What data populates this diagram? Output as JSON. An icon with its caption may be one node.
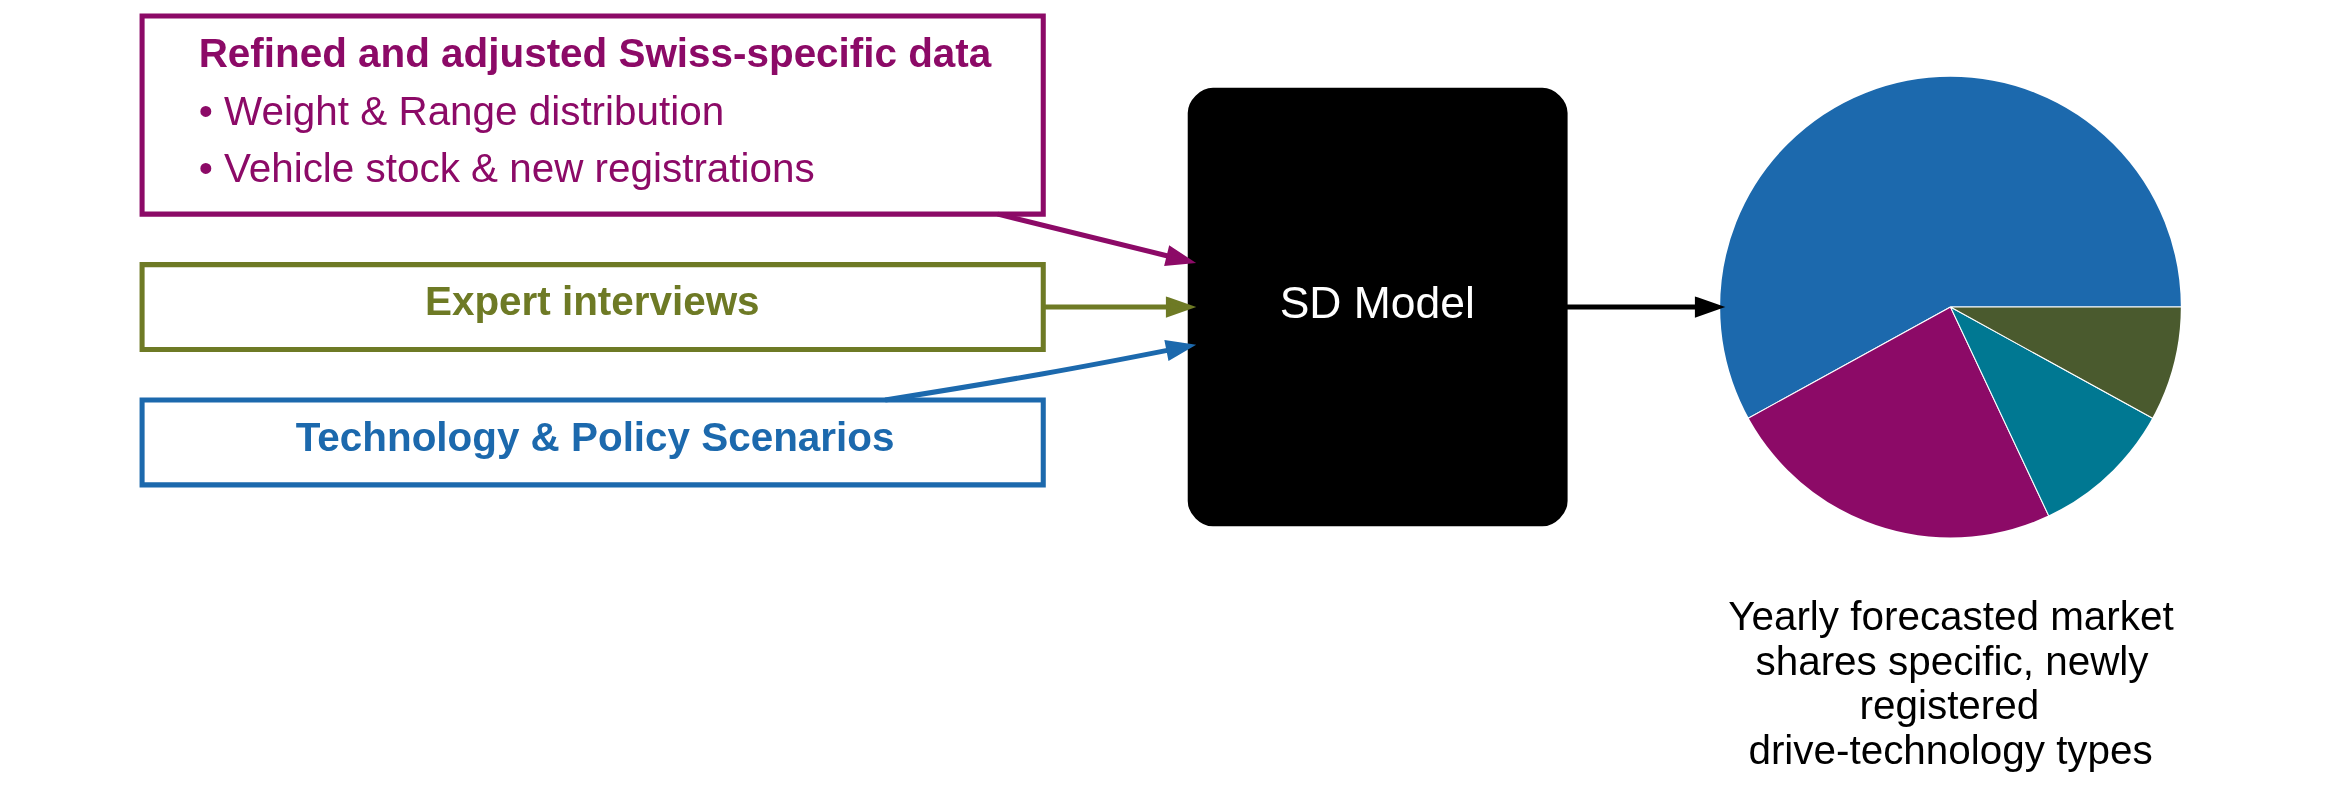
{
  "diagram": {
    "nodes": [
      {
        "text": [
          "Refined and adjusted Swiss-specific data",
          "• Weight & Range distribution",
          "• Vehicle stock & new registrations"
        ]
      },
      {
        "text": [
          "Expert interviews"
        ]
      },
      {
        "text": [
          "Technology & Policy Scenarios"
        ]
      },
      {
        "text": [
          "SD Model"
        ]
      },
      {
        "text": [],
        "shape": "picture",
        "beside": [
          "Yearly forecasted market shares specific, newly registered drive-technology types"
        ]
      }
    ],
    "edges": [
      {
        "from": 0,
        "to": 3,
        "arrow": "to",
        "color": "#8c0a67"
      },
      {
        "from": 1,
        "to": 3,
        "arrow": "to",
        "color": "#6e7a25"
      },
      {
        "from": 2,
        "to": 3,
        "arrow": "to",
        "color": "#1c69ad"
      },
      {
        "from": 3,
        "to": 4,
        "arrow": "to",
        "color": "#000000"
      }
    ]
  }
}
